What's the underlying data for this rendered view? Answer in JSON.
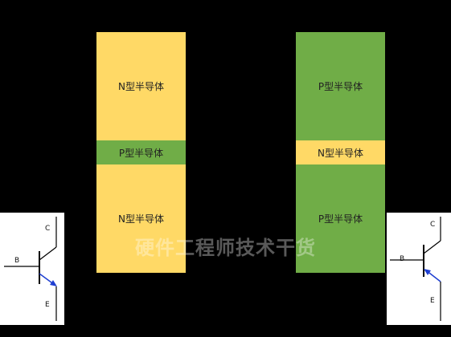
{
  "colors": {
    "background": "#000000",
    "n_type": "#ffd966",
    "p_type": "#70ad47",
    "symbol_line": "#000000",
    "arrow": "#1f3fd1"
  },
  "npn": {
    "top_label": "N型半导体",
    "middle_label": "P型半导体",
    "bottom_label": "N型半导体"
  },
  "pnp": {
    "top_label": "P型半导体",
    "middle_label": "N型半导体",
    "bottom_label": "P型半导体"
  },
  "npn_symbol": {
    "base": "B",
    "collector": "C",
    "emitter": "E",
    "arrow": "arrow-icon"
  },
  "pnp_symbol": {
    "base": "B",
    "collector": "C",
    "emitter": "E",
    "arrow": "arrow-icon"
  },
  "watermark": "硬件工程师技术干货"
}
